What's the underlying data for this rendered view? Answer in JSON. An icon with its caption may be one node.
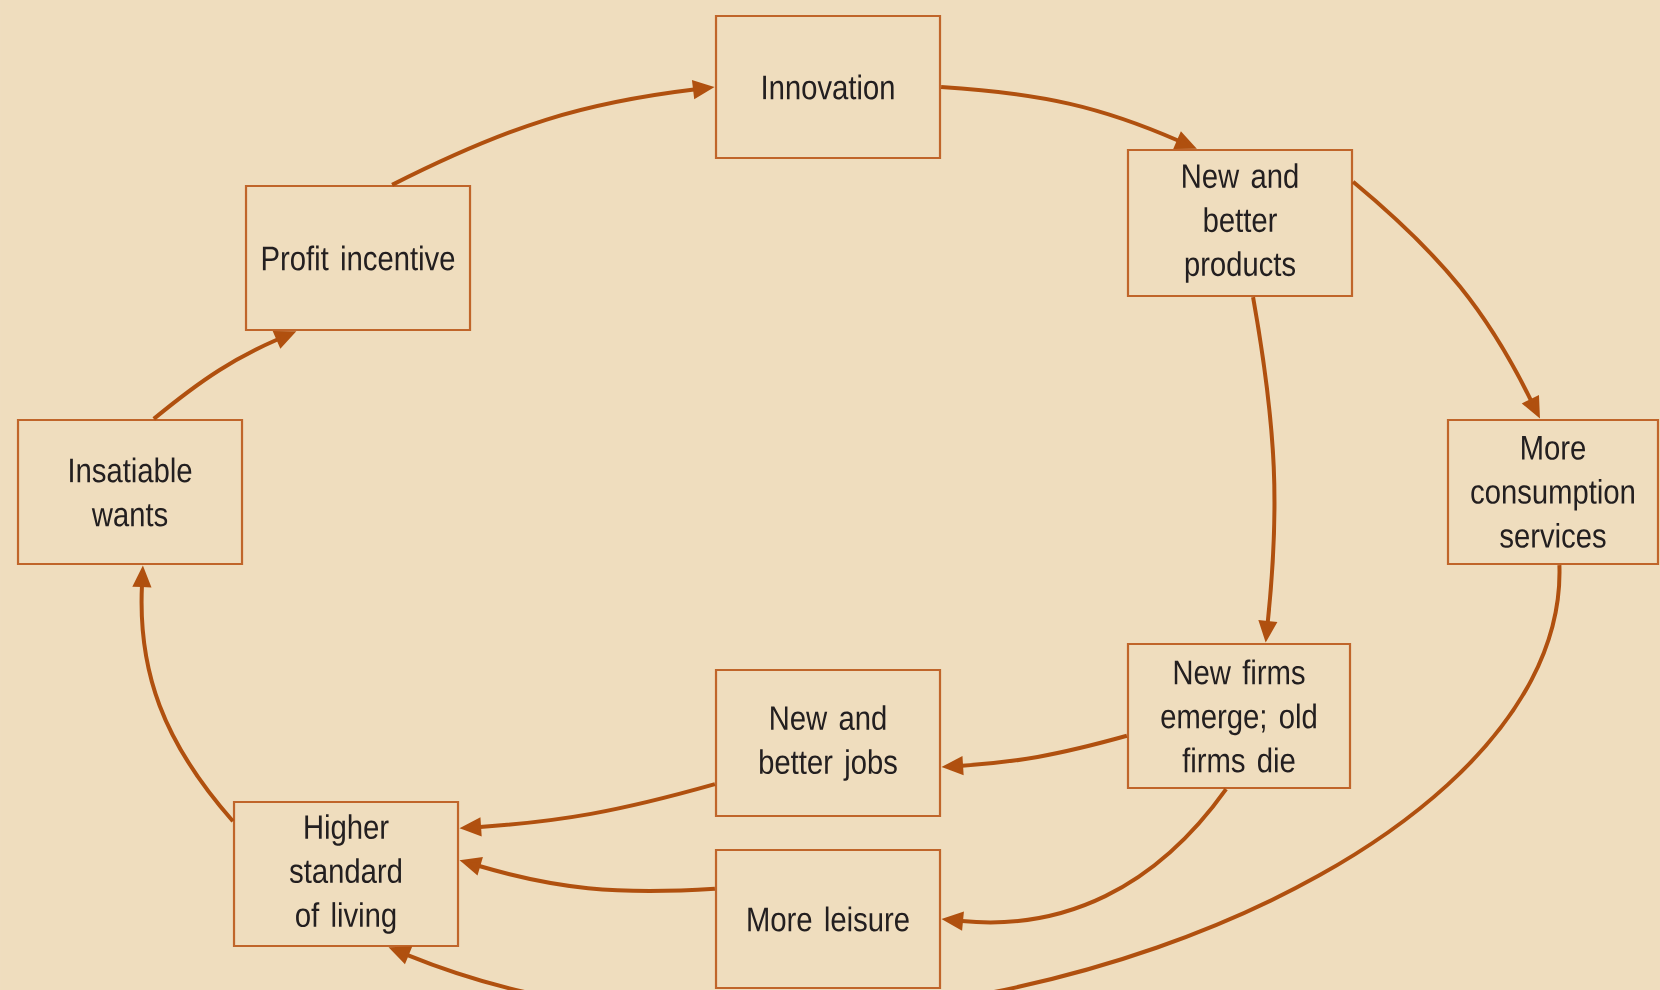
{
  "diagram": {
    "nodes": [
      {
        "text": [
          "Innovation"
        ]
      },
      {
        "text": [
          "New and better products"
        ]
      },
      {
        "text": [
          "More consumption services"
        ]
      },
      {
        "text": [
          "New firms emerge; old firms die"
        ]
      },
      {
        "text": [
          "New and better jobs"
        ]
      },
      {
        "text": [
          "More leisure"
        ]
      },
      {
        "text": [
          "Higher standard of living"
        ]
      },
      {
        "text": [
          "Insatiable wants"
        ]
      },
      {
        "text": [
          "Profit incentive"
        ]
      }
    ],
    "edges": [
      {
        "from": 0,
        "to": 1,
        "arrow": "to"
      },
      {
        "from": 1,
        "to": 3,
        "arrow": "to"
      },
      {
        "from": 1,
        "to": 2,
        "arrow": "to"
      },
      {
        "from": 2,
        "to": 6,
        "arrow": "to"
      },
      {
        "from": 3,
        "to": 4,
        "arrow": "to"
      },
      {
        "from": 3,
        "to": 5,
        "arrow": "to"
      },
      {
        "from": 4,
        "to": 6,
        "arrow": "to"
      },
      {
        "from": 5,
        "to": 6,
        "arrow": "to"
      },
      {
        "from": 6,
        "to": 7,
        "arrow": "to"
      },
      {
        "from": 7,
        "to": 8,
        "arrow": "to"
      },
      {
        "from": 8,
        "to": 0,
        "arrow": "to"
      }
    ]
  }
}
